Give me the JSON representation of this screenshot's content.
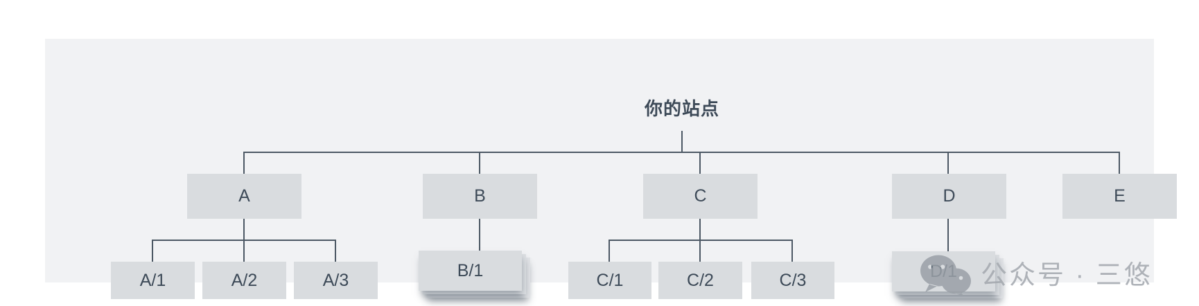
{
  "diagram": {
    "type": "sitemap-tree",
    "root": {
      "label": "你的站点"
    },
    "nodes": [
      {
        "label": "A",
        "children": [
          {
            "label": "A/1"
          },
          {
            "label": "A/2"
          },
          {
            "label": "A/3"
          }
        ]
      },
      {
        "label": "B",
        "children": [
          {
            "label": "B/1",
            "stacked": true
          }
        ]
      },
      {
        "label": "C",
        "children": [
          {
            "label": "C/1"
          },
          {
            "label": "C/2"
          },
          {
            "label": "C/3"
          }
        ]
      },
      {
        "label": "D",
        "children": [
          {
            "label": "D/1",
            "stacked": true
          }
        ]
      },
      {
        "label": "E",
        "children": []
      }
    ]
  },
  "watermark": {
    "icon": "wechat-chat-bubbles-icon",
    "text": "公众号 · 三悠"
  },
  "colors": {
    "panel_bg": "#f1f2f4",
    "node_fill": "#d9dcdf",
    "connector": "#4c5864",
    "label_text": "#3d4a58",
    "watermark_gray": "#a3a8ae"
  }
}
